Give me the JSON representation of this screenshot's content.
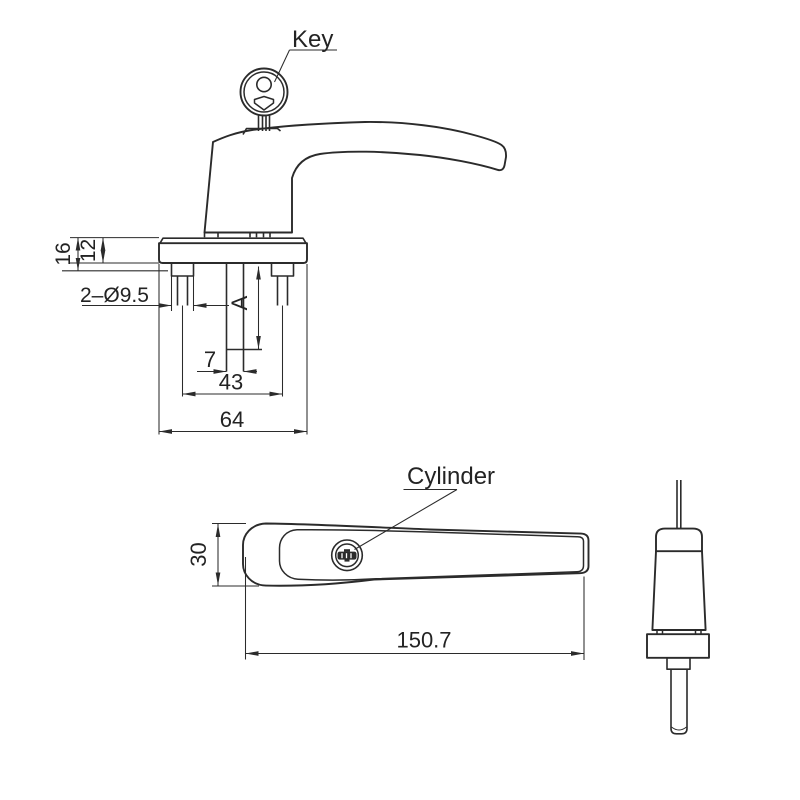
{
  "drawing": {
    "labels": {
      "key": "Key",
      "cylinder": "Cylinder"
    },
    "dimensions": {
      "stack_height": "16",
      "plate_thickness": "12",
      "mount_holes": "2–Ø9.5",
      "spindle_length": "A",
      "spindle_width": "7",
      "hole_spacing": "43",
      "base_width": "64",
      "handle_width": "30",
      "handle_length": "150.7"
    },
    "colors": {
      "line": "#2b2b2b",
      "background": "#ffffff"
    }
  }
}
